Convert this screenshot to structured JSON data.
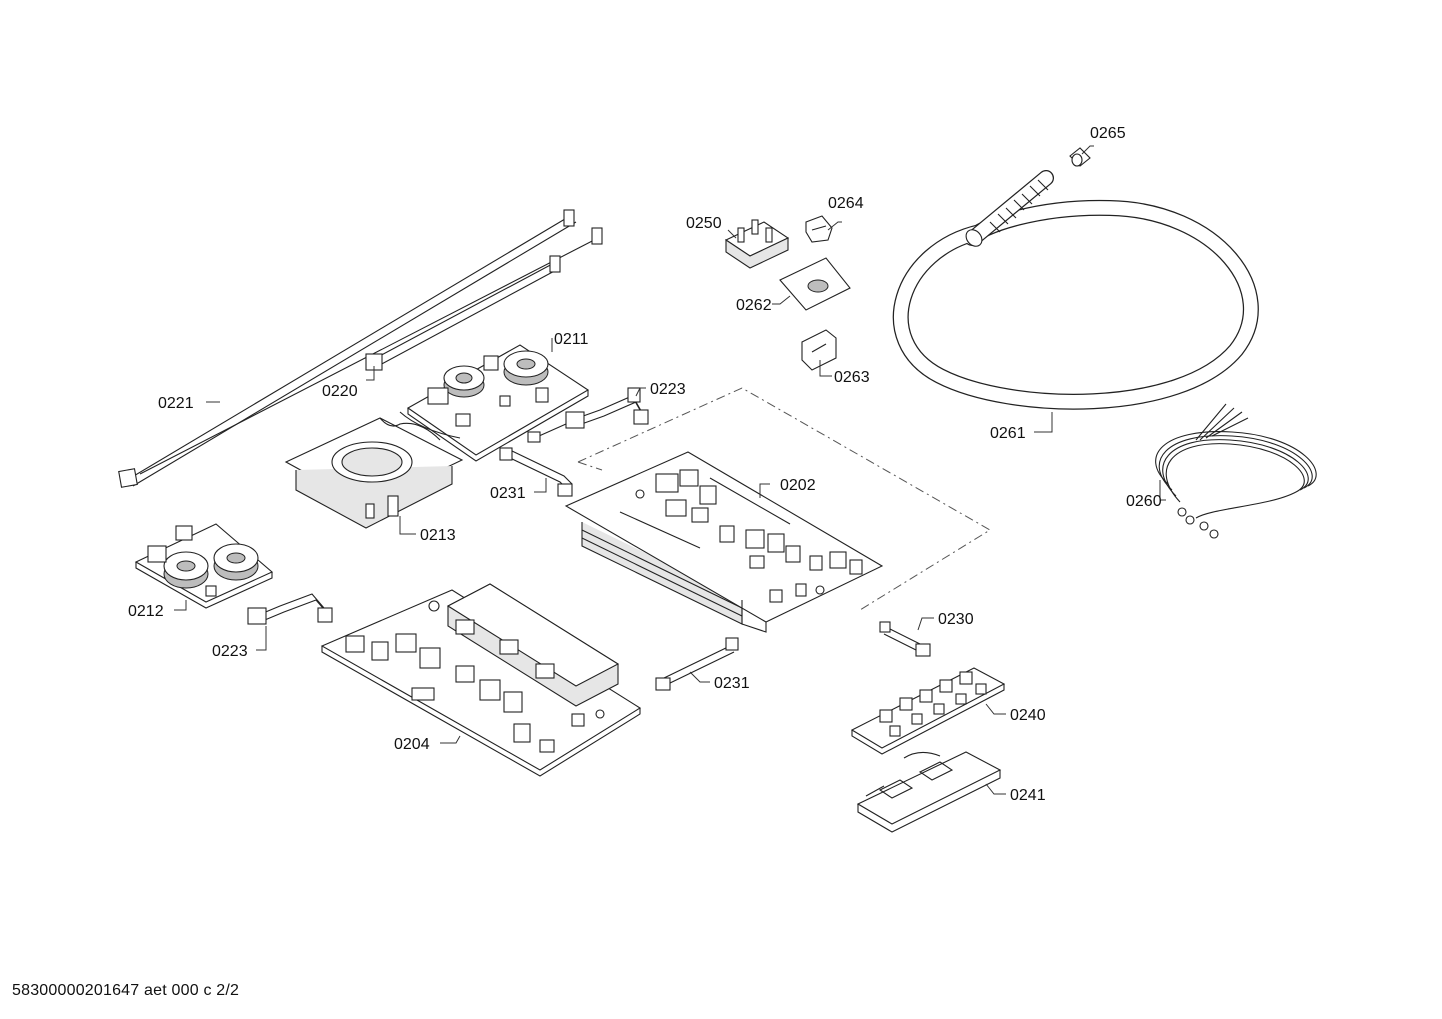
{
  "diagram": {
    "labels": [
      {
        "id": "0265",
        "text": "0265"
      },
      {
        "id": "0264",
        "text": "0264"
      },
      {
        "id": "0250",
        "text": "0250"
      },
      {
        "id": "0262",
        "text": "0262"
      },
      {
        "id": "0263",
        "text": "0263"
      },
      {
        "id": "0211",
        "text": "0211"
      },
      {
        "id": "0220",
        "text": "0220"
      },
      {
        "id": "0221",
        "text": "0221"
      },
      {
        "id": "0223a",
        "text": "0223"
      },
      {
        "id": "0261",
        "text": "0261"
      },
      {
        "id": "0231a",
        "text": "0231"
      },
      {
        "id": "0202",
        "text": "0202"
      },
      {
        "id": "0213",
        "text": "0213"
      },
      {
        "id": "0260",
        "text": "0260"
      },
      {
        "id": "0212",
        "text": "0212"
      },
      {
        "id": "0223b",
        "text": "0223"
      },
      {
        "id": "0230",
        "text": "0230"
      },
      {
        "id": "0231b",
        "text": "0231"
      },
      {
        "id": "0240",
        "text": "0240"
      },
      {
        "id": "0204",
        "text": "0204"
      },
      {
        "id": "0241",
        "text": "0241"
      }
    ]
  },
  "footer": {
    "text": "58300000201647 aet 000 c 2/2"
  }
}
